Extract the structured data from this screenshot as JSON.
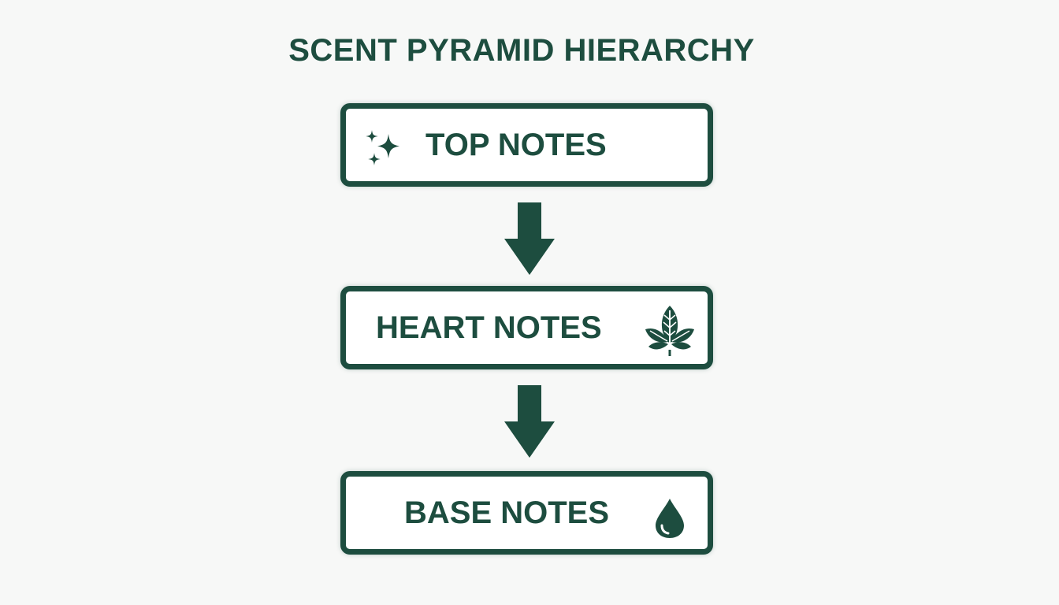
{
  "title": "SCENT PYRAMID HIERARCHY",
  "accent_color": "#1d4d3f",
  "background_color": "#f7f8f7",
  "boxes": [
    {
      "label": "TOP NOTES",
      "icon": "sparkles-icon"
    },
    {
      "label": "HEART NOTES",
      "icon": "leaf-icon"
    },
    {
      "label": "BASE NOTES",
      "icon": "droplet-icon"
    }
  ],
  "arrows": [
    {
      "direction": "down"
    },
    {
      "direction": "down"
    }
  ]
}
